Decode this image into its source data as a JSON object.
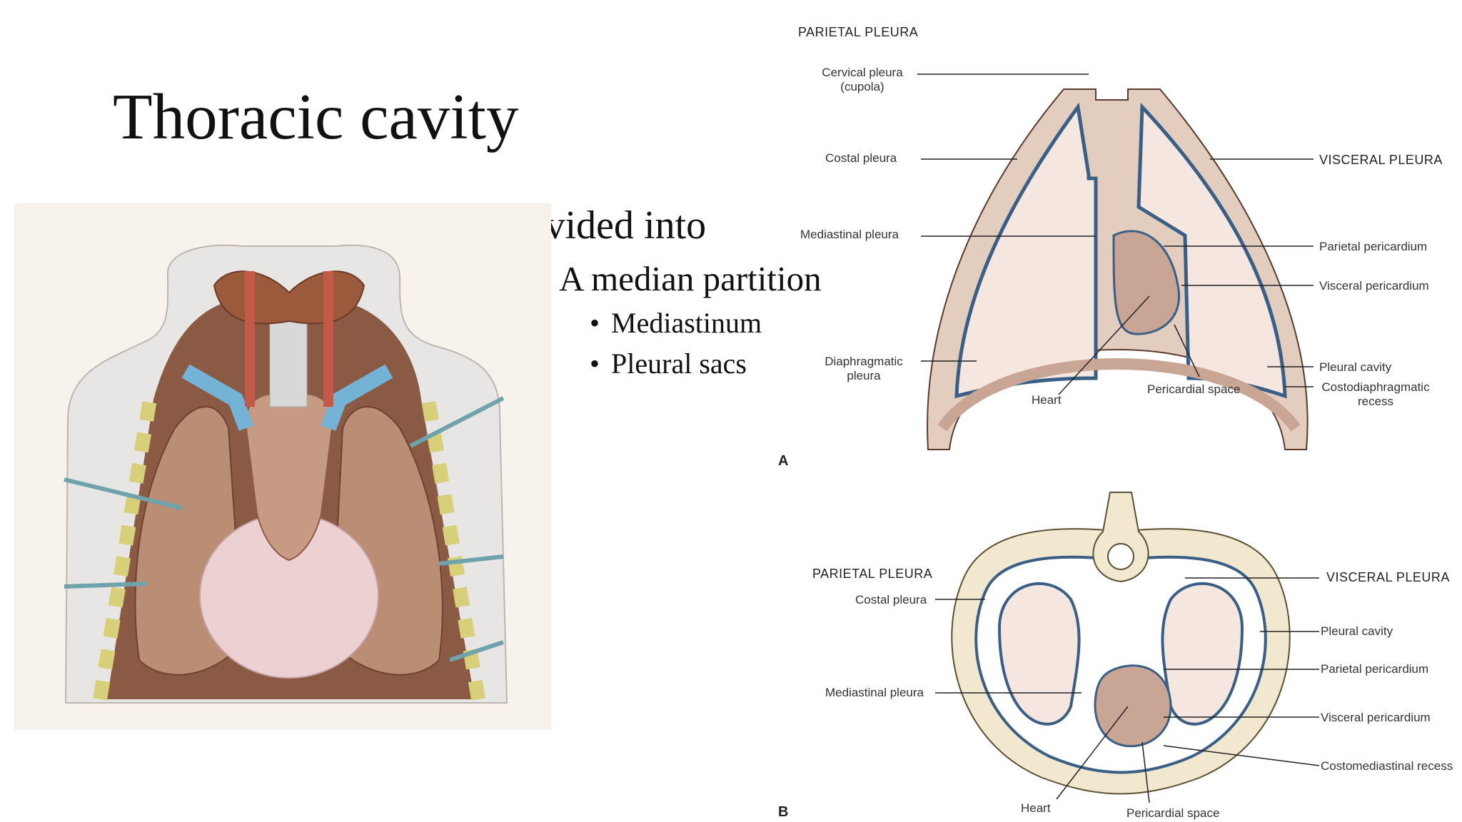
{
  "slide": {
    "title": "Thoracic cavity",
    "bullets": {
      "level1": "Divided into",
      "level2": "A median  partition",
      "level3": [
        "Mediastinum",
        "Pleural sacs"
      ]
    }
  },
  "diagram_a": {
    "figure_letter": "A",
    "heading": "PARIETAL PLEURA",
    "labels": {
      "cervical_pleura": "Cervical pleura",
      "cupola": "(cupola)",
      "costal_pleura": "Costal pleura",
      "mediastinal_pleura": "Mediastinal pleura",
      "diaphragmatic_1": "Diaphragmatic",
      "diaphragmatic_2": "pleura",
      "heart": "Heart",
      "pericardial_space": "Pericardial space",
      "visceral_pleura": "VISCERAL PLEURA",
      "parietal_pericardium": "Parietal pericardium",
      "visceral_pericardium": "Visceral pericardium",
      "pleural_cavity": "Pleural cavity",
      "costodiaphragmatic_1": "Costodiaphragmatic",
      "costodiaphragmatic_2": "recess"
    }
  },
  "diagram_b": {
    "figure_letter": "B",
    "heading": "PARIETAL PLEURA",
    "labels": {
      "costal_pleura": "Costal pleura",
      "mediastinal_pleura": "Mediastinal pleura",
      "heart": "Heart",
      "pericardial_space": "Pericardial space",
      "visceral_pleura": "VISCERAL PLEURA",
      "pleural_cavity": "Pleural cavity",
      "parietal_pericardium": "Parietal pericardium",
      "visceral_pericardium": "Visceral pericardium",
      "costomediastinal_recess": "Costomediastinal recess"
    }
  },
  "colors": {
    "lung_fill": "#f6e6e0",
    "heart_fill": "#c9a595",
    "pleura_stroke": "#3a5f86",
    "rib_fill": "#f1e8cf"
  }
}
